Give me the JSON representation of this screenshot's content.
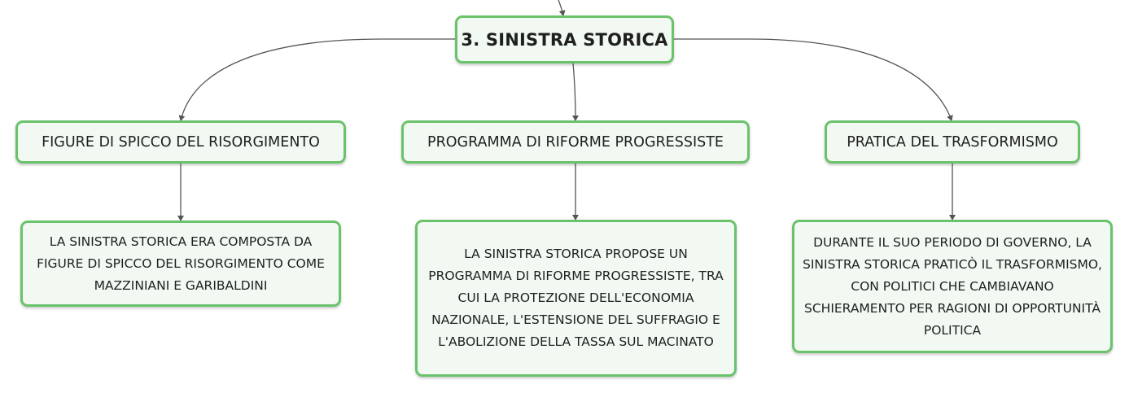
{
  "colors": {
    "node_border": "#6ac36b",
    "node_fill": "#f1f9f2",
    "connector": "#555555"
  },
  "root": {
    "label": "3. SINISTRA STORICA"
  },
  "branches": [
    {
      "label": "FIGURE DI SPICCO DEL RISORGIMENTO",
      "detail": "LA SINISTRA STORICA ERA COMPOSTA DA FIGURE DI SPICCO DEL RISORGIMENTO COME MAZZINIANI E GARIBALDINI"
    },
    {
      "label": "PROGRAMMA DI RIFORME PROGRESSISTE",
      "detail": "LA SINISTRA STORICA PROPOSE UN PROGRAMMA DI RIFORME PROGRESSISTE, TRA CUI LA PROTEZIONE DELL'ECONOMIA NAZIONALE, L'ESTENSIONE DEL SUFFRAGIO E L'ABOLIZIONE DELLA TASSA SUL MACINATO"
    },
    {
      "label": "PRATICA DEL TRASFORMISMO",
      "detail": "DURANTE IL SUO PERIODO DI GOVERNO, LA SINISTRA STORICA PRATICÒ IL TRASFORMISMO, CON POLITICI CHE CAMBIAVANO SCHIERAMENTO PER RAGIONI DI OPPORTUNITÀ POLITICA"
    }
  ]
}
